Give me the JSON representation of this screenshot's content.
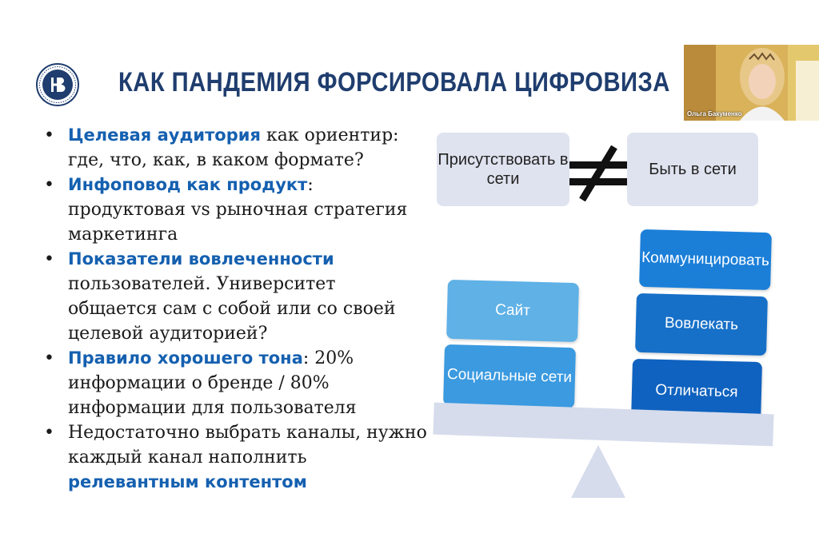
{
  "title": "КАК ПАНДЕМИЯ ФОРСИРОВАЛА ЦИФРОВИЗА",
  "bullets": [
    {
      "hl": "Целевая аудитория",
      "rest": " как ориентир: где, что, как, в каком формате?"
    },
    {
      "hl": "Инфоповод как продукт",
      "rest": ": продуктовая vs рыночная стратегия маркетинга"
    },
    {
      "hl": "Показатели вовлеченности",
      "rest": " пользователей. Университет общается сам с собой или со своей целевой аудиторией?"
    },
    {
      "hl": "Правило хорошего тона",
      "rest": ": 20% информации о бренде / 80% информации для пользователя"
    },
    {
      "pre": "Недостаточно выбрать каналы, нужно каждый канал наполнить ",
      "hl": "релевантным контентом"
    }
  ],
  "compare": {
    "left": "Присутствовать в сети",
    "right": "Быть в сети"
  },
  "left_blocks": [
    "Сайт",
    "Социальные сети"
  ],
  "right_blocks": [
    "Коммуницировать",
    "Вовлекать",
    "Отличаться"
  ],
  "video": {
    "name": "Ольга Бакуменко"
  },
  "colors": {
    "title": "#1f3d6e",
    "highlight": "#1560b0",
    "light_block": "#4fa6df",
    "mid_block": "#1f84d6",
    "dark_block": "#0f62bf"
  }
}
